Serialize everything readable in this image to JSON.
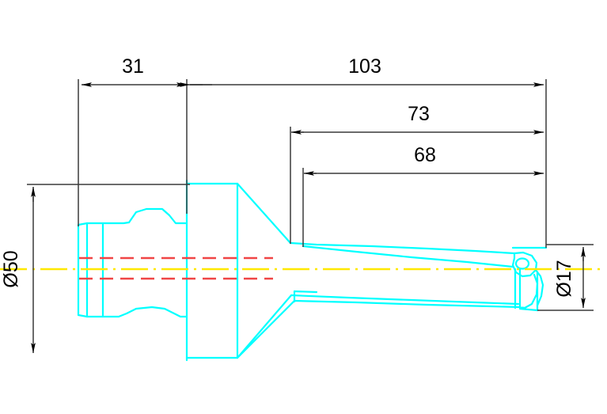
{
  "drawing": {
    "title": "Indexable Insert Drill Tool Side View",
    "background_color": "#ffffff",
    "part_color": "#00ffff",
    "hidden_line_color": "#ff4040",
    "center_line_color": "#ffff00",
    "dimension_color": "#000000",
    "units": "mm"
  },
  "dimensions": {
    "shank_length": {
      "label": "31",
      "orientation": "horizontal",
      "value": 31
    },
    "overall_from_flange": {
      "label": "103",
      "orientation": "horizontal",
      "value": 103
    },
    "flute_length": {
      "label": "73",
      "orientation": "horizontal",
      "value": 73
    },
    "effective_length": {
      "label": "68",
      "orientation": "horizontal",
      "value": 68
    },
    "shank_diameter": {
      "label": "Ø50",
      "orientation": "vertical-rotated",
      "value": 50
    },
    "tip_diameter": {
      "label": "Ø17",
      "orientation": "vertical-rotated",
      "value": 17
    }
  },
  "features": {
    "shank": "cylindrical shank with drive flats",
    "flange": "shoulder flange",
    "taper": "conical transition",
    "body": "fluted drill body",
    "insert_pocket": "indexable insert seat with screw hole",
    "centerline": "axis centerline",
    "hidden_bore": "internal coolant through-hole shown as hidden lines"
  }
}
